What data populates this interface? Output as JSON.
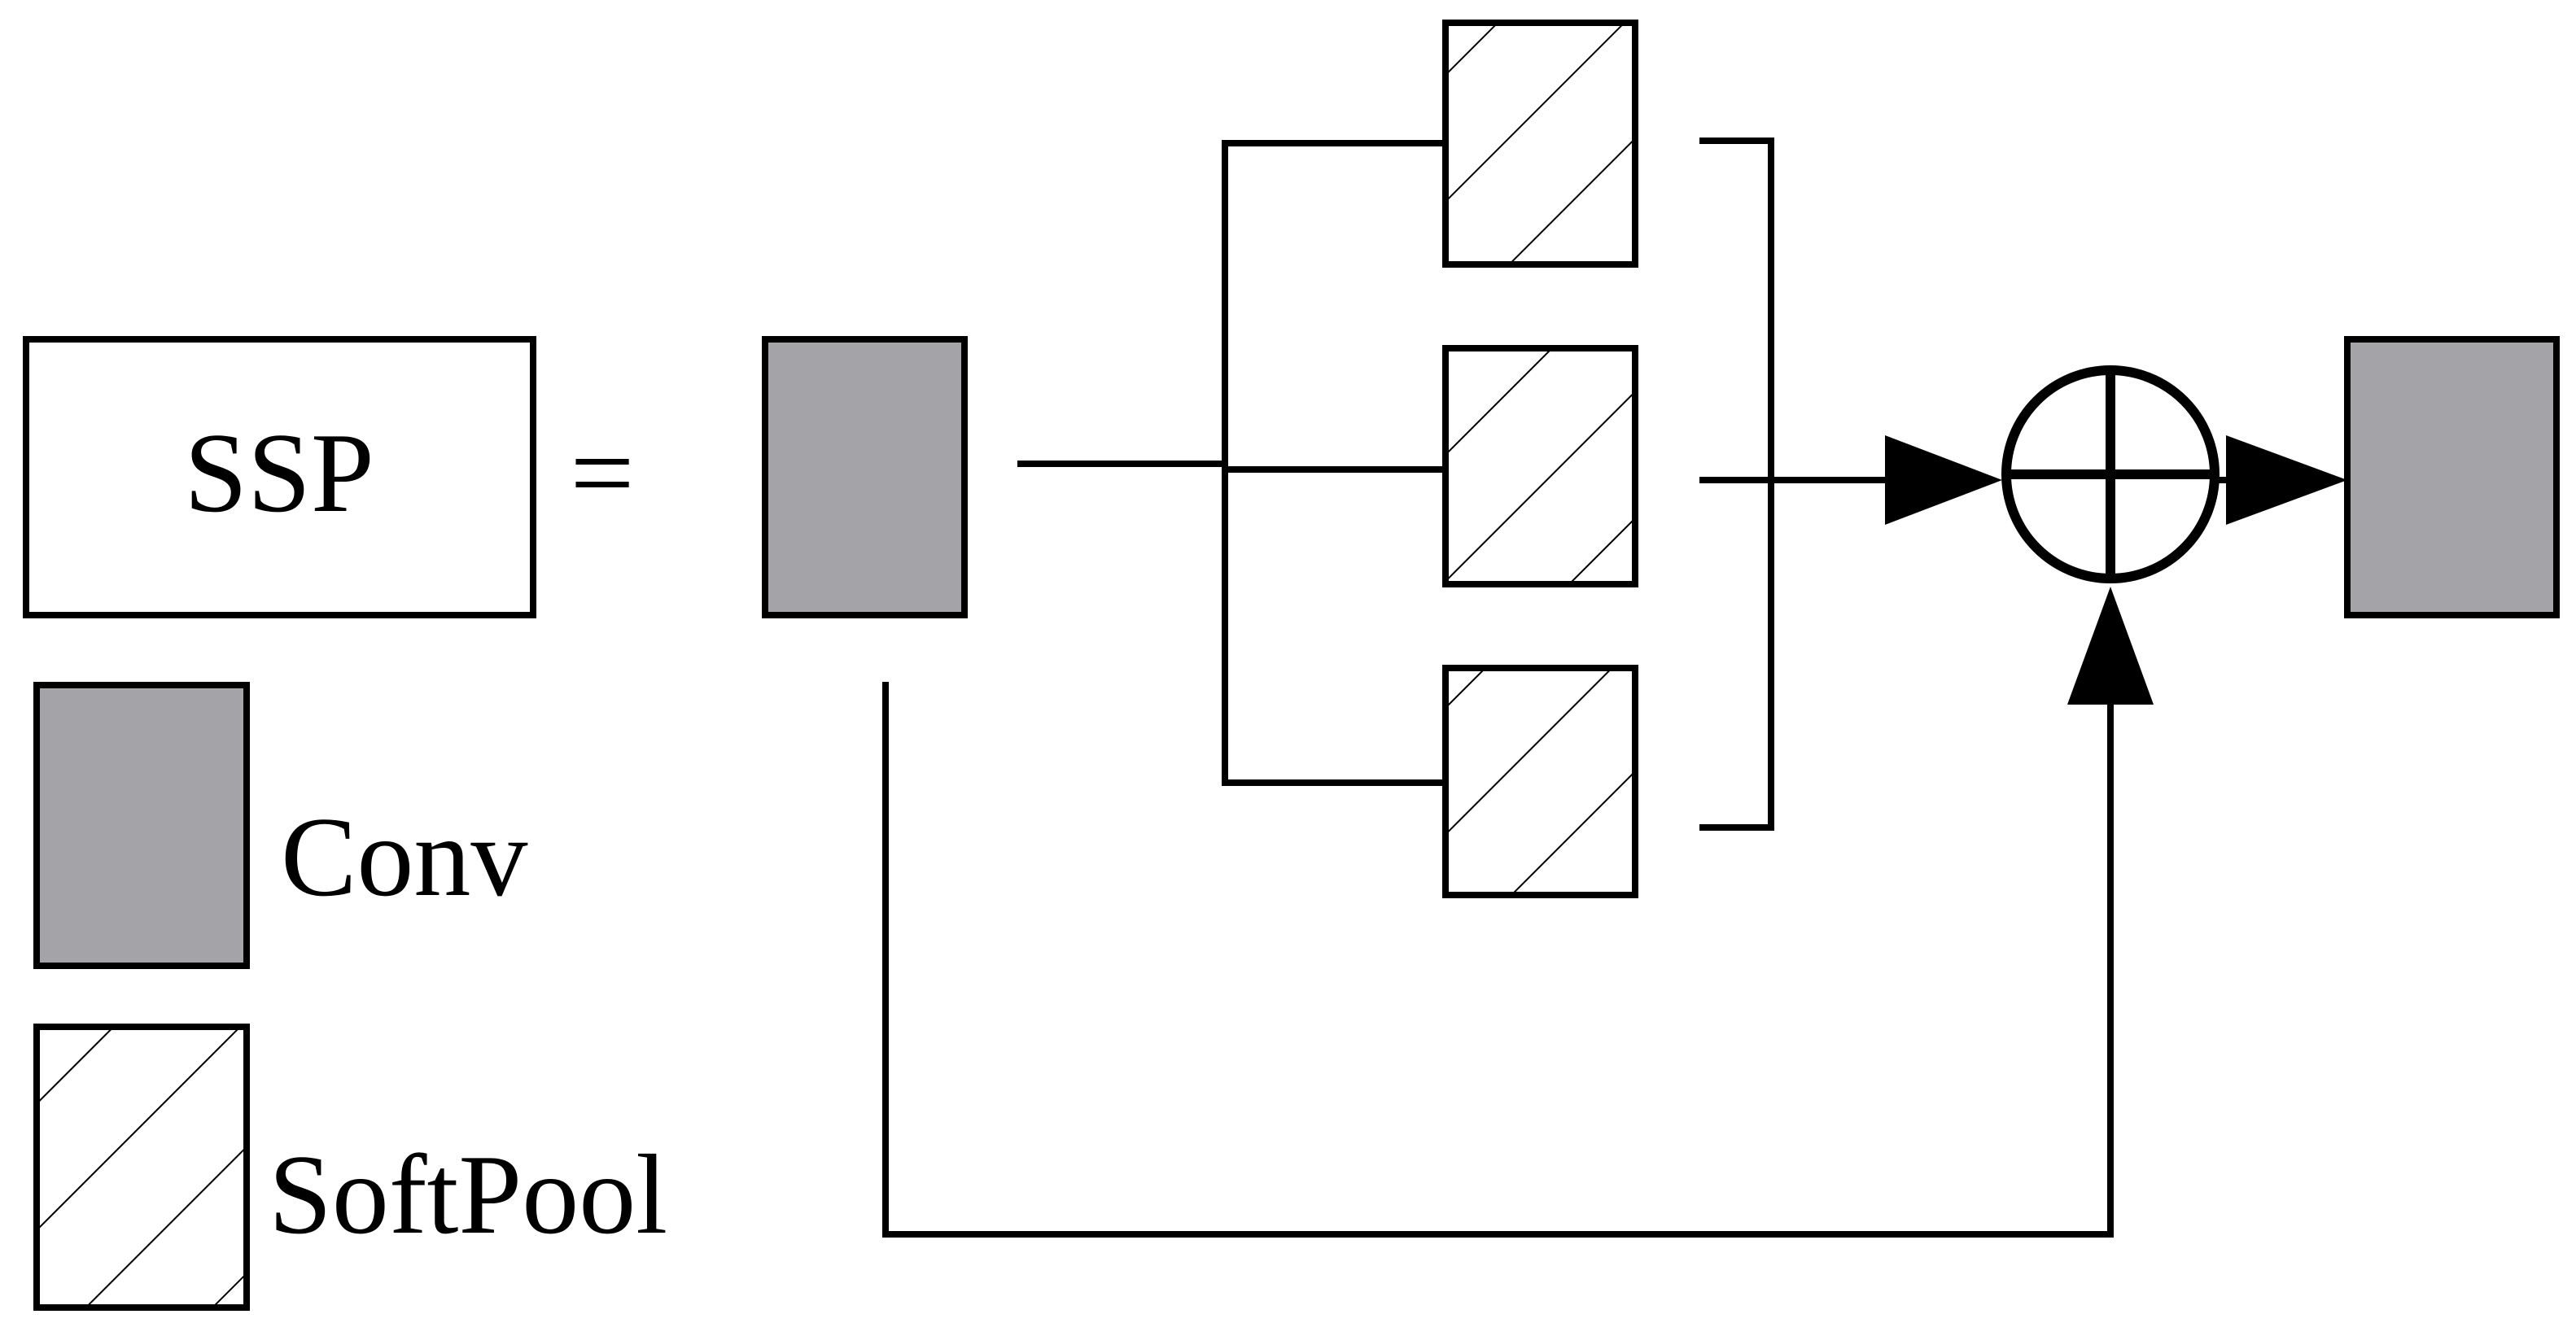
{
  "ssp_label": "SSP",
  "equals_sign": "=",
  "legend": {
    "conv_label": "Conv",
    "softpool_label": "SoftPool"
  },
  "add_symbol": "circle-plus-icon",
  "colors": {
    "conv_fill": "#a3a3a8",
    "stroke": "#000000",
    "background": "#ffffff"
  }
}
